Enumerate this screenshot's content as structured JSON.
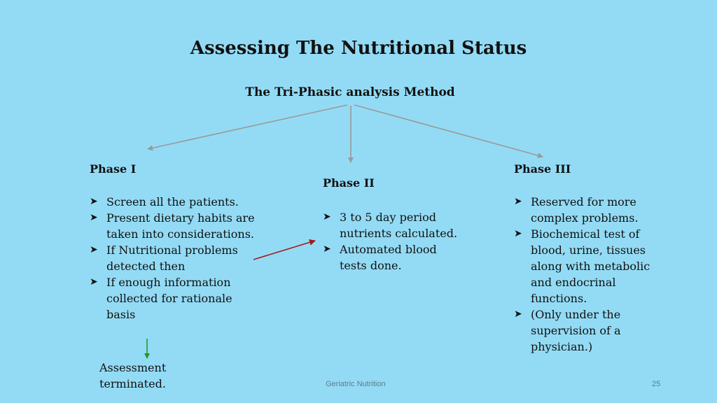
{
  "title": "Assessing The Nutritional Status",
  "subtitle": "The Tri-Phasic analysis Method",
  "phases": [
    {
      "heading": "Phase I",
      "bullets": [
        "Screen all the patients.",
        "Present dietary habits are taken into considerations.",
        "If Nutritional problems detected then",
        "If enough information collected for rationale basis"
      ]
    },
    {
      "heading": "Phase II",
      "bullets": [
        "3 to 5 day period nutrients calculated.",
        "Automated blood tests done."
      ]
    },
    {
      "heading": "Phase III",
      "bullets": [
        "Reserved for more complex problems.",
        "Biochemical test of blood, urine, tissues along with metabolic and endocrinal functions.",
        "(Only under the supervision of a physician.)"
      ]
    }
  ],
  "outcome": "Assessment terminated.",
  "footer": {
    "course": "Geriatric Nutrition",
    "page_number": "25"
  },
  "colors": {
    "background": "#93dbf5",
    "connector_arrows": "#9a9a9a",
    "phase_link_arrow": "#a01c1c",
    "termination_arrow": "#1f9a2a"
  },
  "icons": {
    "bullet": "arrowhead-bullet-icon"
  }
}
